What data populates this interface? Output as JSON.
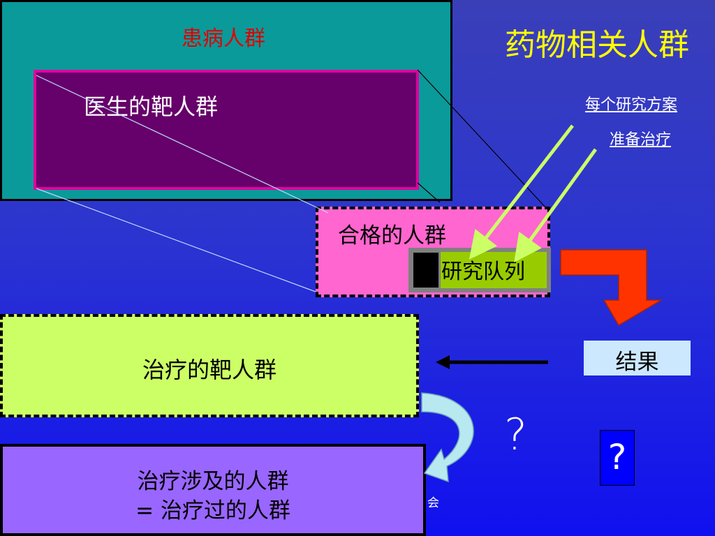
{
  "title": "药物相关人群",
  "patient_population": "患病人群",
  "doctor_target": "医生的靶人群",
  "qualified_population": "合格的人群",
  "study_cohort": "研究队列",
  "link_protocol": "每个研究方案",
  "link_prepare": "准备治疗",
  "treatment_target": "治疗的靶人群",
  "treatment_involved_line1": "治疗涉及的人群",
  "treatment_involved_line2": "= 治疗过的人群",
  "result": "结果",
  "question_1": "?",
  "question_2": "?",
  "fragment_text": "会",
  "colors": {
    "patient_box": "#0a9a9a",
    "doctor_box": "#66006a",
    "qualified_box": "#ff66d0",
    "cohort_box": "#99cc00",
    "treatment_target_box": "#ccff66",
    "treated_box": "#9966ff",
    "result_box": "#cce8ff",
    "title_text": "#ffff00",
    "patient_text": "#e00000"
  }
}
